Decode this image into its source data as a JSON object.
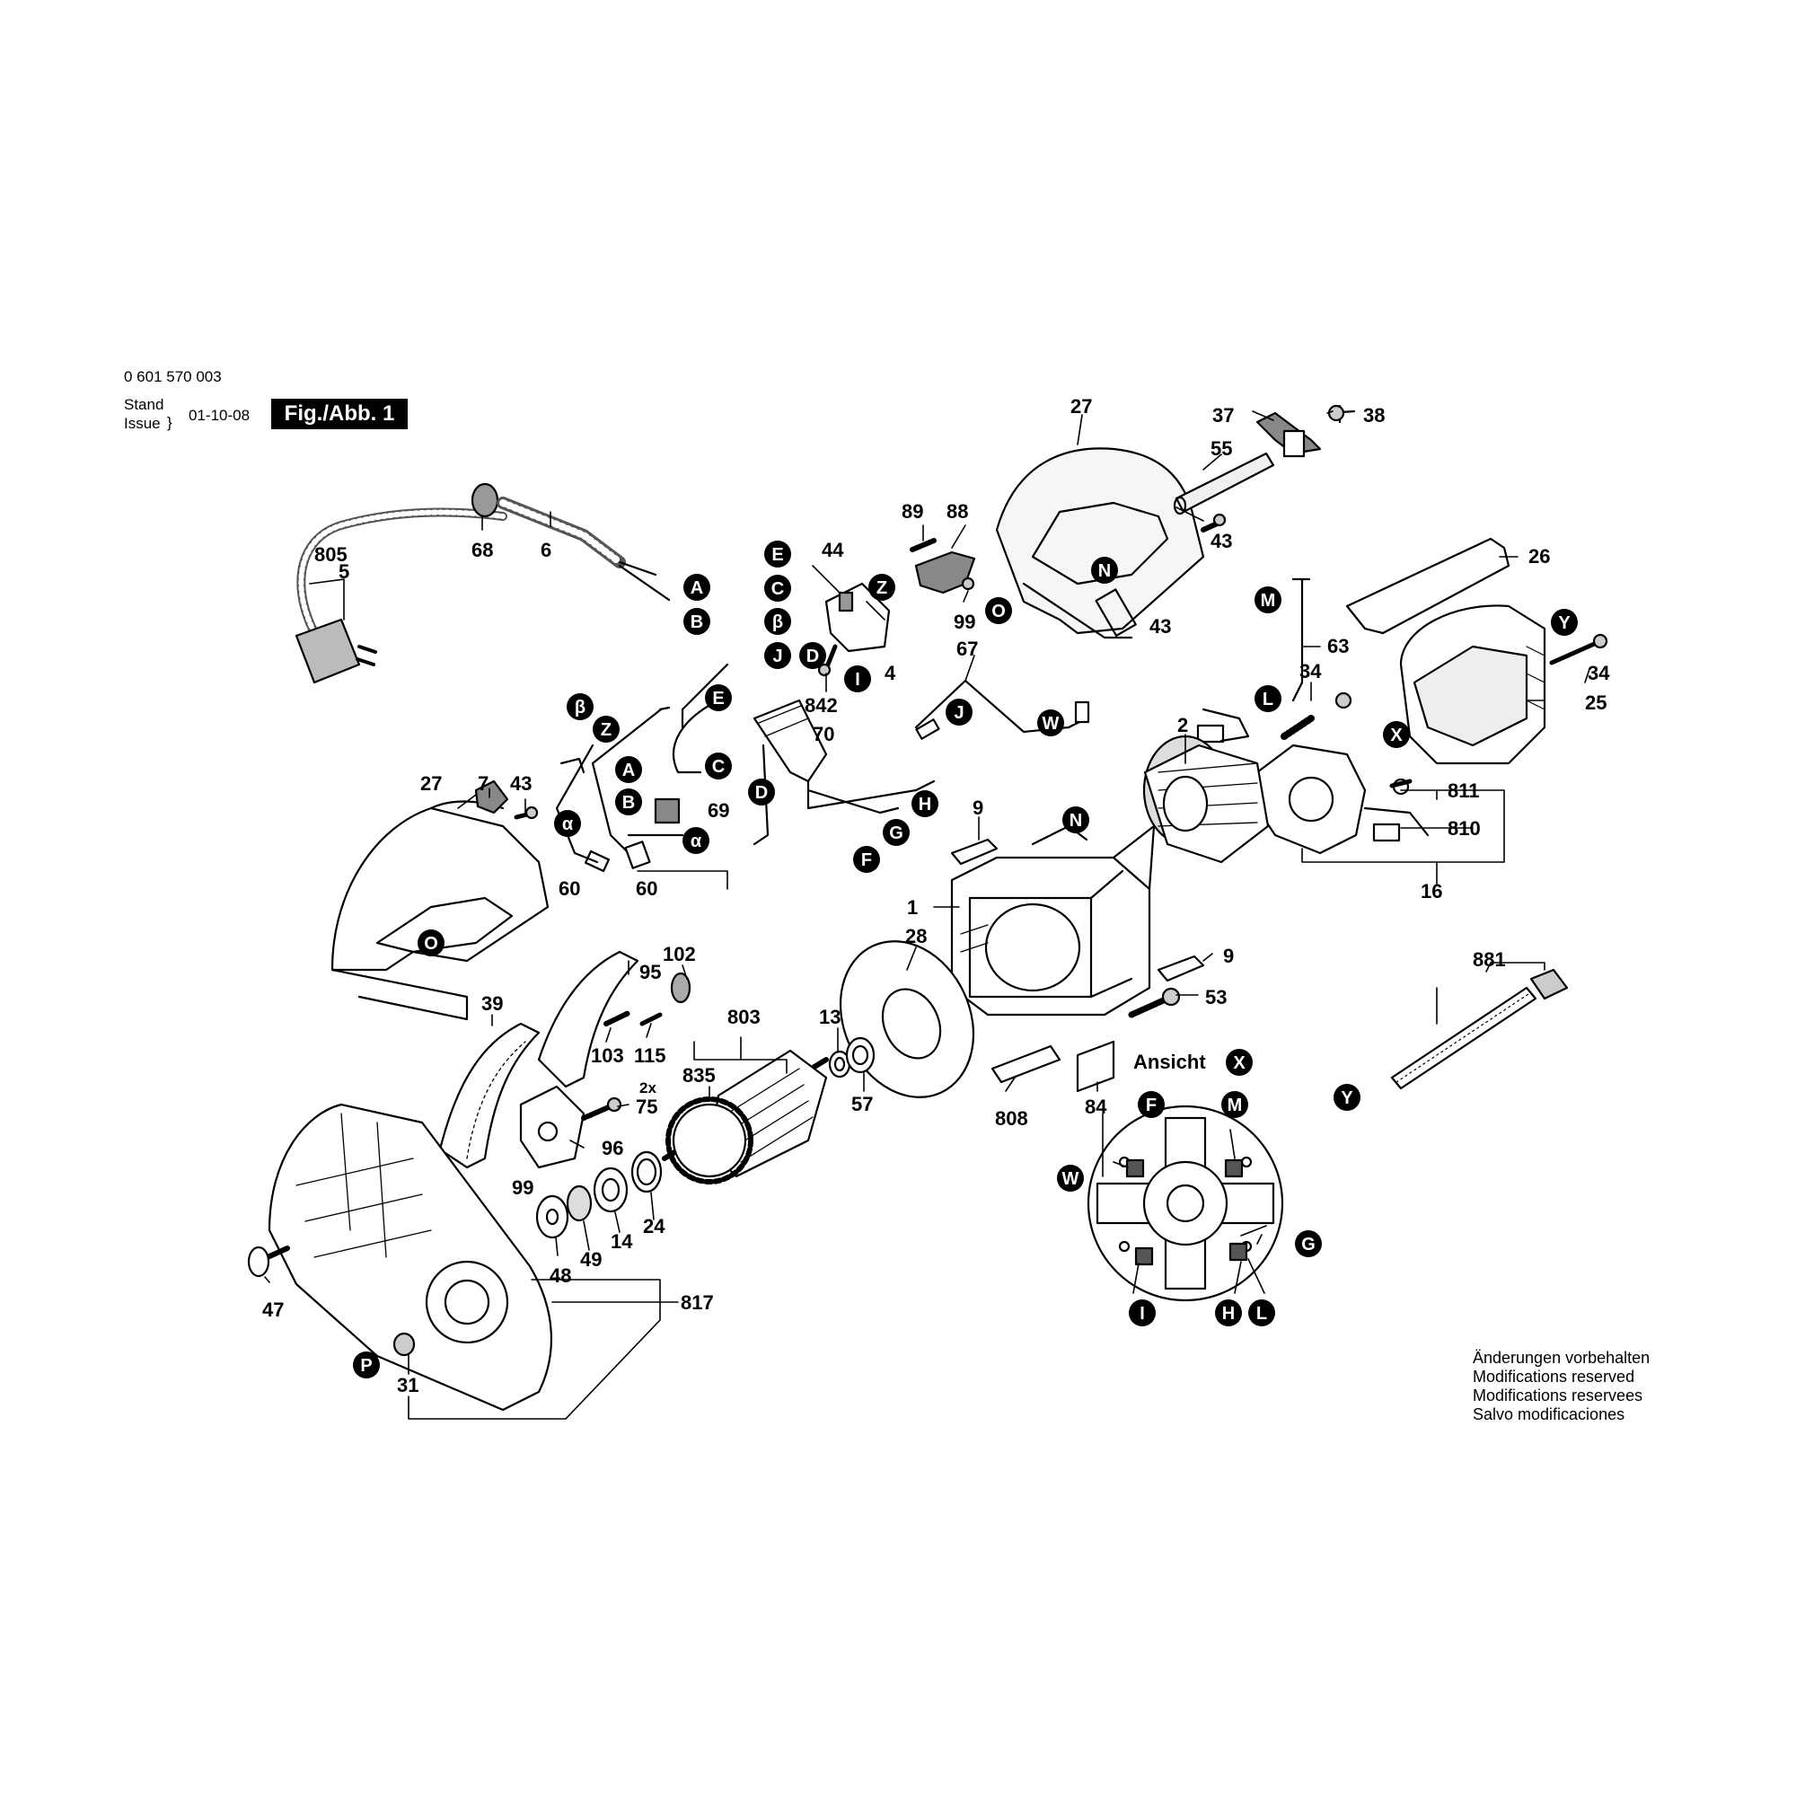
{
  "header": {
    "part_number": "0 601 570 003",
    "stand_label": "Stand",
    "issue_label": "Issue",
    "date": "01-10-08",
    "figure": "Fig./Abb. 1"
  },
  "view_title": "Ansicht",
  "view_marker": "X",
  "notes": [
    "Änderungen vorbehalten",
    "Modifications reserved",
    "Modifications reservees",
    "Salvo modificaciones"
  ],
  "part_numbers": [
    "27",
    "37",
    "38",
    "55",
    "43",
    "89",
    "88",
    "99",
    "805",
    "5",
    "68",
    "6",
    "44",
    "4",
    "842",
    "67",
    "63",
    "34",
    "26",
    "25",
    "2",
    "811",
    "810",
    "16",
    "9",
    "1",
    "28",
    "53",
    "7",
    "70",
    "69",
    "60",
    "102",
    "95",
    "103",
    "115",
    "39",
    "803",
    "13",
    "835",
    "57",
    "808",
    "84",
    "75",
    "2x",
    "96",
    "24",
    "14",
    "49",
    "48",
    "47",
    "817",
    "31",
    "881"
  ],
  "letter_markers": [
    "A",
    "B",
    "C",
    "D",
    "E",
    "F",
    "G",
    "H",
    "I",
    "J",
    "L",
    "M",
    "N",
    "O",
    "P",
    "W",
    "X",
    "Y",
    "Z",
    "β",
    "α"
  ],
  "cable_ends": [
    "A",
    "B"
  ]
}
